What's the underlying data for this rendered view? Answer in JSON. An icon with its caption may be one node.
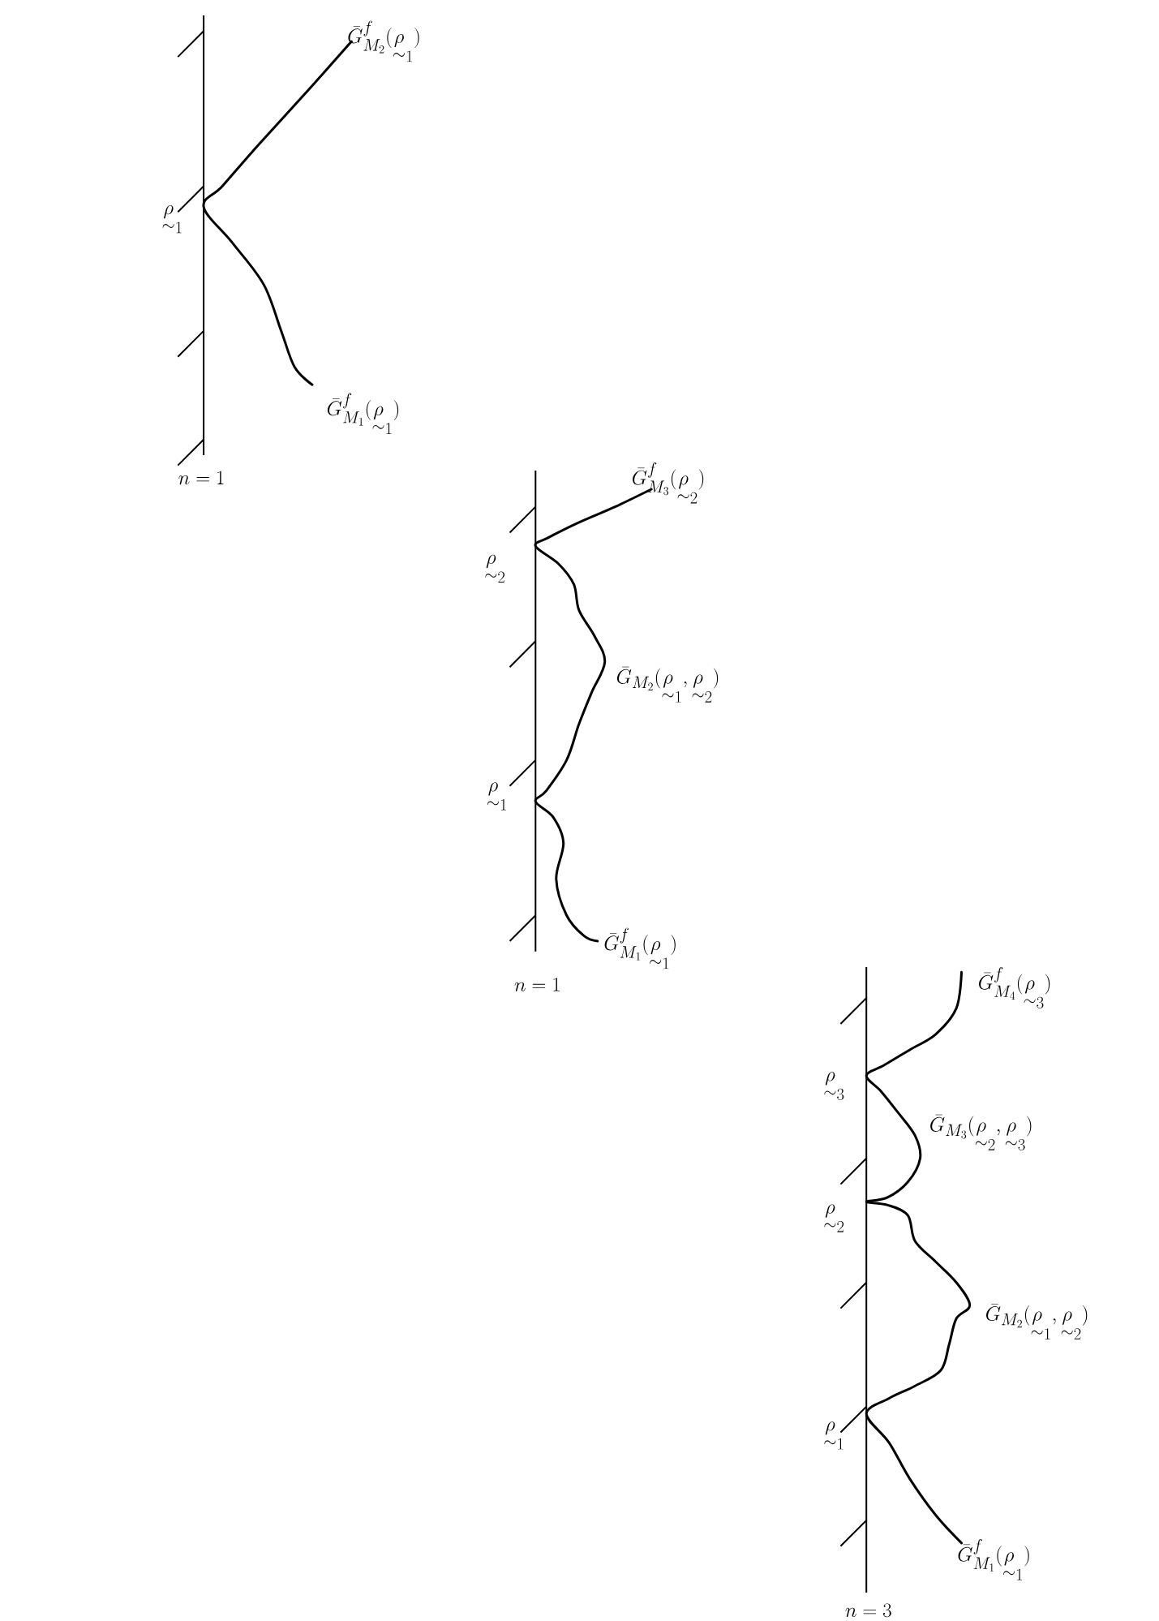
{
  "diagram": {
    "labels": [
      "\\bar{G}^{f}_{M_{2}}(\\underset{\\sim}{\\rho}_{1})",
      "\\underset{\\sim}{\\rho}_{1}",
      "\\bar{G}^{f}_{M_{1}}(\\underset{\\sim}{\\rho}_{1})",
      "n=1",
      "\\bar{G}^{f}_{M_{3}}(\\underset{\\sim}{\\rho}_{2})",
      "\\underset{\\sim}{\\rho}_{2}",
      "\\bar{G}_{M_{2}}(\\underset{\\sim}{\\rho}_{1},\\underset{\\sim}{\\rho}_{2})",
      "\\underset{\\sim}{\\rho}_{1}",
      "\\bar{G}^{f}_{M_{1}}(\\underset{\\sim}{\\rho}_{1})",
      "n=1",
      "\\bar{G}^{f}_{M_{4}}(\\underset{\\sim}{\\rho}_{3})",
      "\\underset{\\sim}{\\rho}_{3}",
      "\\bar{G}_{M_{3}}(\\underset{\\sim}{\\rho}_{2},\\underset{\\sim}{\\rho}_{3})",
      "\\underset{\\sim}{\\rho}_{2}",
      "\\bar{G}_{M_{2}}(\\underset{\\sim}{\\rho}_{1},\\underset{\\sim}{\\rho}_{2})",
      "\\underset{\\sim}{\\rho}_{1}",
      "\\bar{G}^{f}_{M_{1}}(\\underset{\\sim}{\\rho}_{1})",
      "n=3"
    ]
  }
}
